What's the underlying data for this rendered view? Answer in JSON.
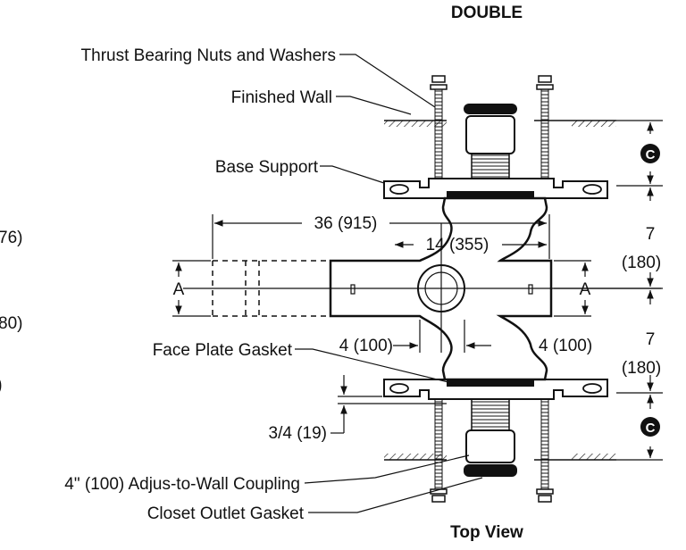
{
  "title": "DOUBLE",
  "view_label": "Top View",
  "labels": {
    "thrust_bearing": "Thrust Bearing Nuts and Washers",
    "finished_wall": "Finished Wall",
    "base_support": "Base Support",
    "face_plate_gasket": "Face Plate Gasket",
    "adjus_coupling": "4\" (100) Adjus-to-Wall Coupling",
    "closet_outlet_gasket": "Closet Outlet Gasket"
  },
  "dimensions": {
    "d36": "36 (915)",
    "d14": "14 (355)",
    "d4_left": "4 (100)",
    "d4_right": "4 (100)",
    "d7_top": "7",
    "d7_top_mm": "(180)",
    "d7_bottom": "7",
    "d7_bottom_mm": "(180)",
    "d34": "3/4 (19)",
    "a_left": "A",
    "a_right": "A",
    "c_top": "C",
    "c_bottom": "C"
  },
  "clipped_left": {
    "t1": "76)",
    "t2": "80)",
    "t3": ")"
  }
}
